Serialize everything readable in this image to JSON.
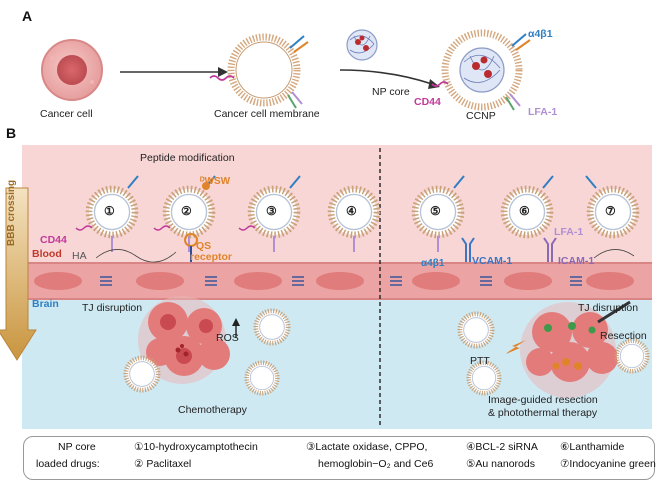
{
  "panel_a": {
    "letter": "A",
    "cancer_cell": "Cancer cell",
    "membrane": "Cancer cell membrane",
    "np_core": "NP core",
    "ccnp": "CCNP",
    "a4b1": "α4β1",
    "cd44": "CD44",
    "lfa1": "LFA-1"
  },
  "panel_b": {
    "letter": "B",
    "peptide_modification": "Peptide modification",
    "dwsw": "ᴰWSW",
    "qs": "QS",
    "receptor": "receptor",
    "cd44": "CD44",
    "ha": "HA",
    "blood": "Blood",
    "brain": "Brain",
    "bbb_crossing": "BBB crossing",
    "tj_disruption_left": "TJ disruption",
    "tj_disruption_right": "TJ disruption",
    "ros": "ROS",
    "chemotherapy": "Chemotherapy",
    "a4b1": "α4β1",
    "vcam1": "VCAM-1",
    "icam1": "ICAM-1",
    "lfa1": "LFA-1",
    "resection": "Resection",
    "ptt": "PTT",
    "image_guided_1": "Image-guided resection",
    "image_guided_2": "& photothermal therapy",
    "nums": [
      "①",
      "②",
      "③",
      "④",
      "⑤",
      "⑥",
      "⑦"
    ]
  },
  "legend": {
    "line1": "NP core",
    "line2": "loaded drugs:",
    "d1": "①10-hydroxycamptothecin",
    "d2": "② Paclitaxel",
    "d3a": "③Lactate oxidase, CPPO,",
    "d3b": "hemoglobin−O₂ and Ce6",
    "d4": "④BCL-2 siRNA",
    "d5": "⑤Au nanorods",
    "d6": "⑥Lanthamide",
    "d7": "⑦Indocyanine green"
  },
  "colors": {
    "blood_bg": "#f9d6d6",
    "brain_bg": "#cfe9f3",
    "endothelial": "#e89090",
    "cd44": "#c2399a",
    "a4b1": "#2f7fc2",
    "lfa1": "#b08fd3",
    "orange": "#e0842a",
    "vcam": "#3a76c4",
    "icam": "#8a6ab5"
  }
}
